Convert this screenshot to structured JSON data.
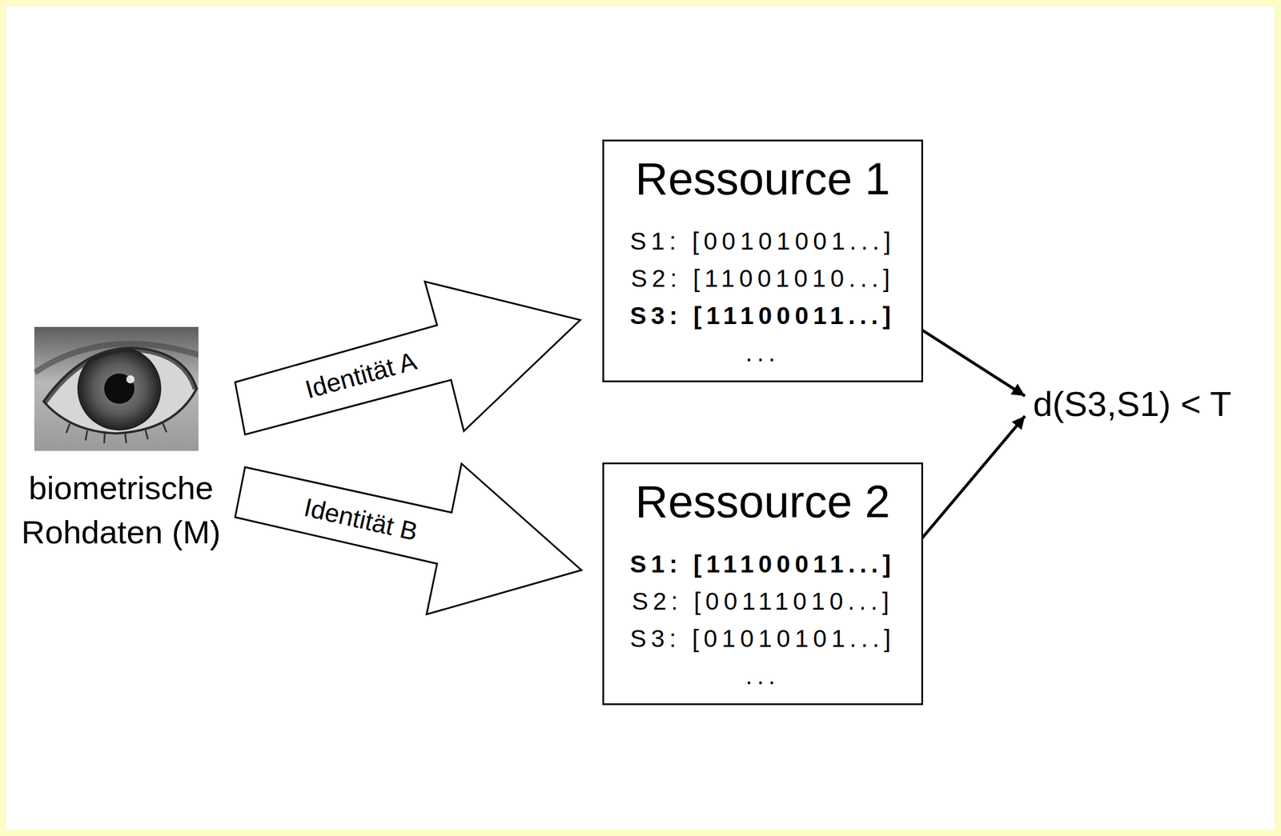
{
  "diagram": {
    "nodes": [
      {
        "text": [
          "Ressource 1",
          "S1: [00101001...]",
          "S2: [11001010...]",
          "S3: [11100011...]",
          "..."
        ]
      },
      {
        "text": [
          "Ressource 2",
          "S1: [11100011...]",
          "S2: [00111010...]",
          "S3: [01010101...]",
          "..."
        ]
      }
    ],
    "labels": [
      "biometrische Rohdaten (M)",
      "Identität A",
      "Identität B",
      "d(S3,S1) < T"
    ]
  }
}
